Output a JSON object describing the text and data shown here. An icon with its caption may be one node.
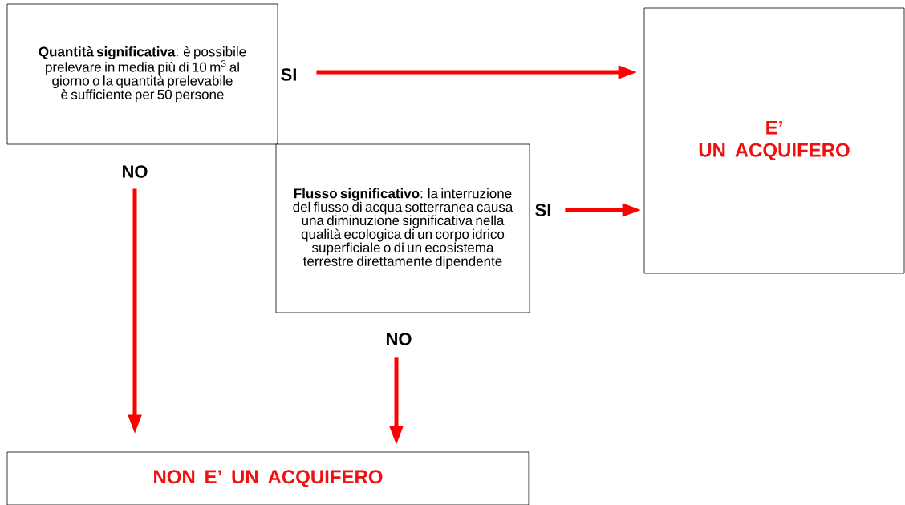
{
  "diagram": {
    "nodes": [
      {
        "text": [
          "**Quantità significativa**: è possibile prelevare in media più di 10 m$^{3}$ al giorno o la quantità prelevabile è sufficiente per 50 persone"
        ]
      },
      {
        "text": [
          "E’ UN ACQUIFERO"
        ]
      },
      {
        "text": [
          "**Flusso significativo**: la interruzione del flusso di acqua sotterranea causa una diminuzione significativa nella qualità ecologica di un corpo idrico superficiale o di un ecosistema terrestre direttamente dipendente"
        ]
      },
      {
        "text": [
          "NON E’ UN ACQUIFERO"
        ]
      }
    ],
    "edges": [
      {
        "from": 0,
        "to": 1,
        "arrow": "to",
        "label": "SI"
      },
      {
        "from": 2,
        "to": 1,
        "arrow": "to",
        "label": "SI"
      },
      {
        "from": 0,
        "to": 3,
        "arrow": "to",
        "label": "NO"
      },
      {
        "from": 2,
        "to": 3,
        "arrow": "to",
        "label": "NO"
      }
    ]
  }
}
